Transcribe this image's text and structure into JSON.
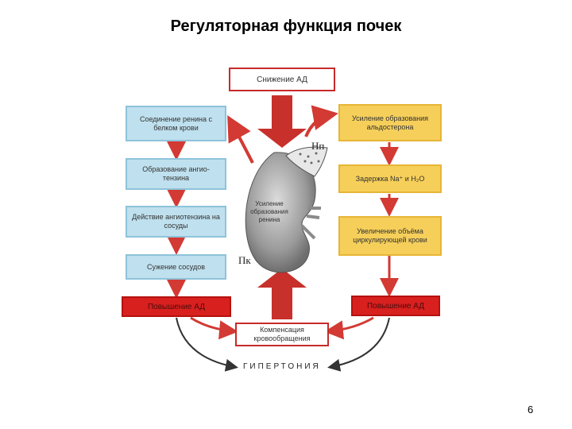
{
  "title": "Регуляторная функция почек",
  "page_number": "6",
  "top_box": "Снижение АД",
  "left_boxes": [
    "Соединение ренина с белком крови",
    "Образование ангио-тензина",
    "Действие ангиотензина на сосуды",
    "Сужение сосудов"
  ],
  "right_boxes": [
    "Усиление образования альдостерона",
    "Задержка Na⁺ и H₂O",
    "Увеличение объёма циркулирующей крови"
  ],
  "left_red": "Повышение АД",
  "right_red": "Повышение АД",
  "bottom_box": "Компенсация кровообращения",
  "kidney_label": "Усиление образования ренина",
  "label_np": "Нп",
  "label_pk": "Пк",
  "hypertension": "ГИПЕРТОНИЯ",
  "colors": {
    "blue": "#bfe0ee",
    "yellow": "#f6cf5a",
    "red": "#d8201f",
    "arrow": "#d23a33"
  }
}
